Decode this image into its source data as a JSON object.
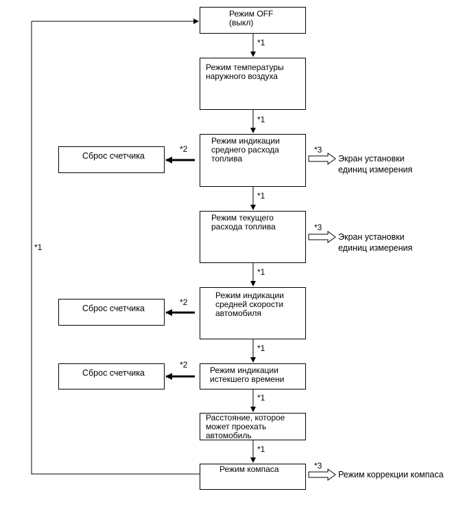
{
  "modes": [
    "Режим OFF\n(выкл)",
    "Режим температуры\nнаружного воздуха",
    "Режим индикации\nсреднего расхода\nтоплива",
    "Режим текущего\nрасхода топлива",
    "Режим индикации\nсредней скорости\nавтомобиля",
    "Режим индикации\nистекшего времени",
    "Расстояние, которое\nможет проехать\nавтомобиль",
    "Режим компаса"
  ],
  "reset_label": "Сброс счетчика",
  "note_1": "*1",
  "note_2": "*2",
  "note_3": "*3",
  "unit_setup_label": "Экран установки\nединиц измерения",
  "compass_correction_label": "Режим коррекции компаса",
  "line_color": "#000000"
}
